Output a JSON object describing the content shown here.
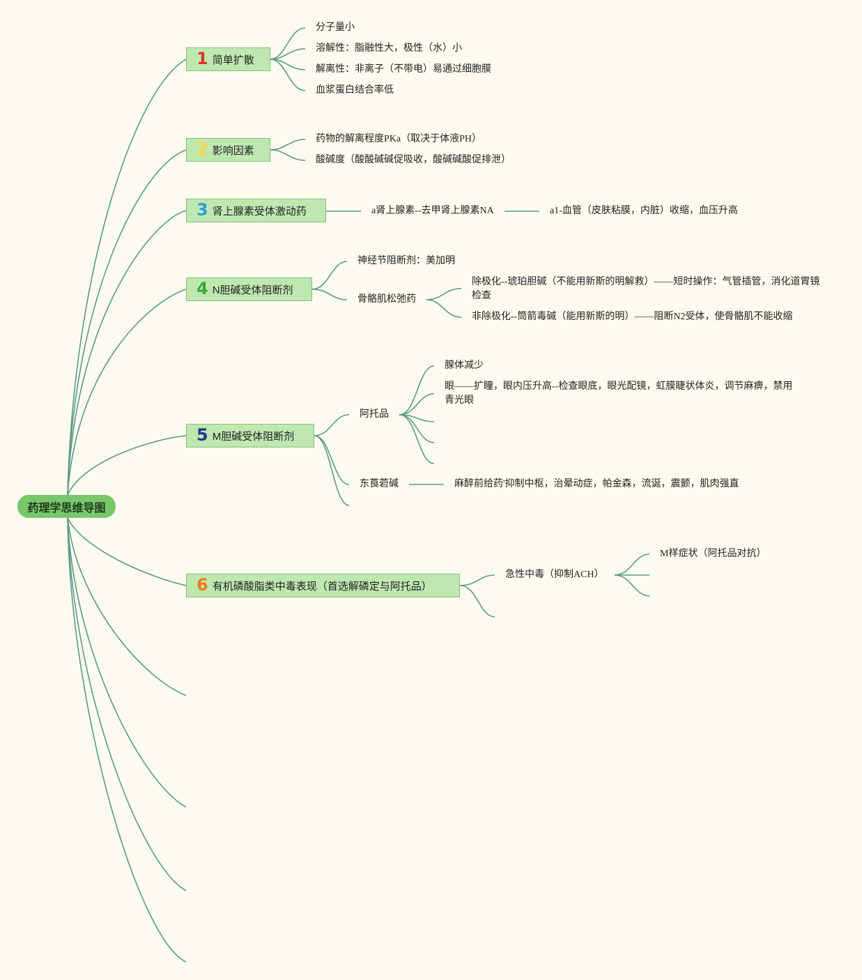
{
  "root": {
    "label": "药理学思维导图"
  },
  "topics": [
    {
      "num": "1",
      "num_color": "#e0342d",
      "label": "简单扩散",
      "children": [
        "分子量小",
        "溶解性：脂融性大，极性（水）小",
        "解离性：非离子（不带电）易通过细胞膜",
        "血浆蛋白结合率低"
      ]
    },
    {
      "num": "2",
      "num_color": "#f7d54a",
      "label": "影响因素",
      "children": [
        "药物的解离程度PKa（取决于体液PH）",
        "酸碱度（酸酸碱碱促吸收，酸碱碱酸促排泄）"
      ]
    },
    {
      "num": "3",
      "num_color": "#2b9fd9",
      "label": "肾上腺素受体激动药",
      "child": "a肾上腺素--去甲肾上腺素NA",
      "grandchild": "a1-血管（皮肤粘膜，内脏）收缩，血压升高"
    },
    {
      "num": "4",
      "num_color": "#3aa83a",
      "label": "N胆碱受体阻断剂",
      "child_a": "神经节阻断剂：美加明",
      "child_b": "骨骼肌松弛药",
      "sub_a": "除极化--琥珀胆碱（不能用新斯的明解救）——短时操作：气管插管，消化道胃镜检查",
      "sub_b": "非除极化--筒箭毒碱（能用新斯的明）——阻断N2受体，使骨骼肌不能收缩"
    },
    {
      "num": "5",
      "num_color": "#1d3a8a",
      "label": "M胆碱受体阻断剂",
      "child_a": "阿托品",
      "sub_a1": "腺体减少",
      "sub_a2": "眼——扩瞳，眼内压升高--检查眼底，眼光配镜，虹膜睫状体炎，调节麻痹，禁用青光眼",
      "child_b": "东莨菪碱",
      "sub_b": "麻醉前给药'抑制中枢，治晕动症，帕金森，流诞，震颤，肌肉强直"
    },
    {
      "num": "6",
      "num_color": "#f07a1a",
      "label": "有机磷酸脂类中毒表现（首选解磷定与阿托品）",
      "child_a": "急性中毒（抑制ACH）",
      "sub_a": "M样症状（阿托品对抗）"
    }
  ],
  "colors": {
    "line": "#5a9a86",
    "root_fill": "#79c76b",
    "topic_fill": "#bfe8b0",
    "background": "#fdfbf0"
  }
}
